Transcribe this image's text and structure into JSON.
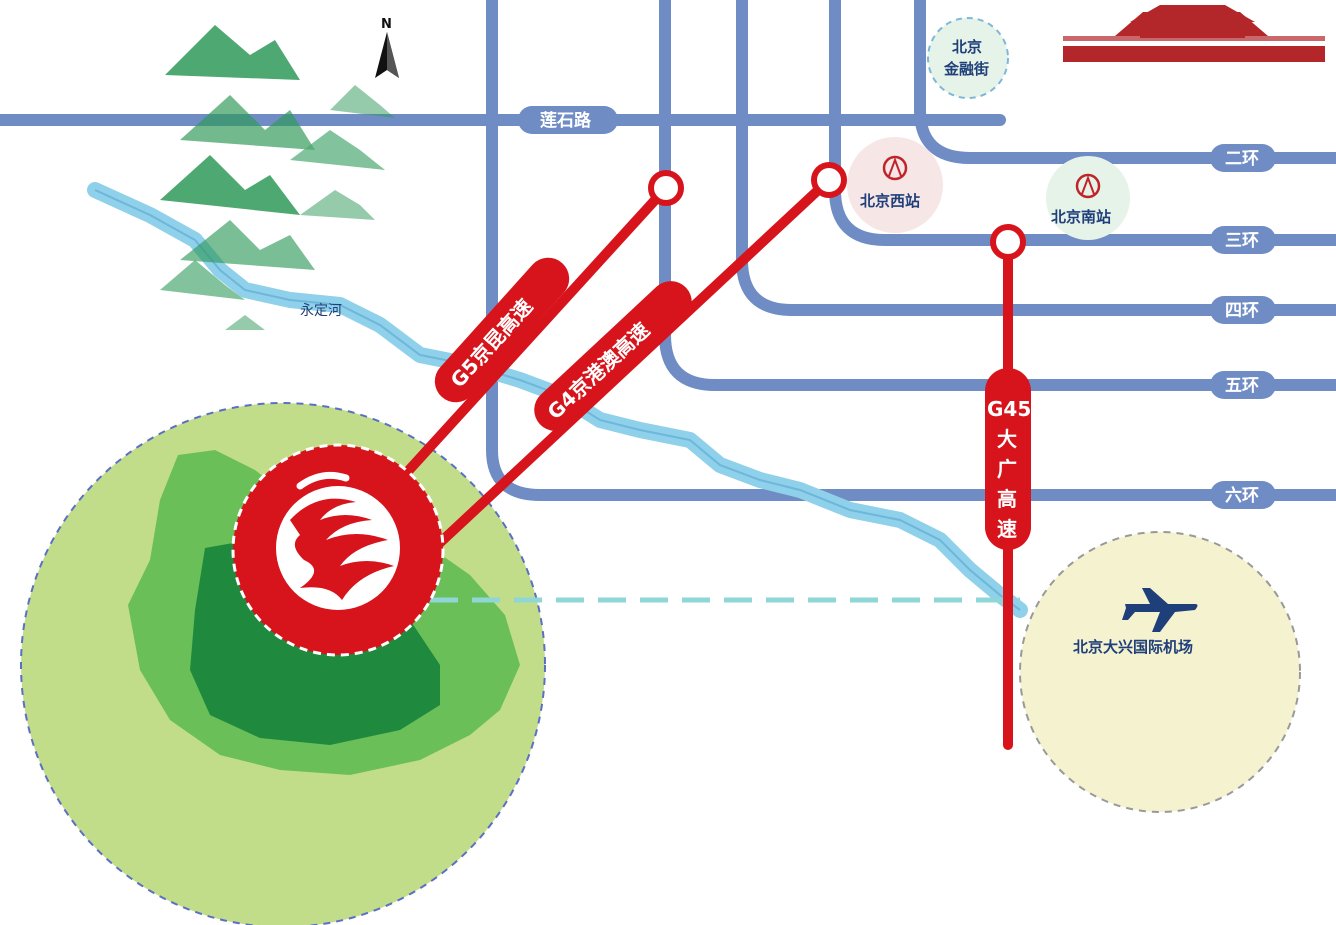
{
  "map": {
    "north_label": "N",
    "river_label": "永定河",
    "roads": {
      "lianshi": "莲石路",
      "ring2": "二环",
      "ring3": "三环",
      "ring4": "四环",
      "ring5": "五环",
      "ring6": "六环"
    },
    "highways": {
      "g5": "G5京昆高速",
      "g4": "G4京港澳高速",
      "g45_code": "G45",
      "g45_c1": "大",
      "g45_c2": "广",
      "g45_c3": "高",
      "g45_c4": "速"
    },
    "pois": {
      "finance_l1": "北京",
      "finance_l2": "金融街",
      "west_station": "北京西站",
      "south_station": "北京南站",
      "airport": "北京大兴国际机场"
    },
    "colors": {
      "road": "#6f8cc4",
      "highway": "#d7141c",
      "river": "#8fd0ea",
      "mountain": "#2f9a5a",
      "zone": "#c2dd8a",
      "airport_zone": "#f5f2d0"
    },
    "icons": [
      "north-arrow-icon",
      "mountain-icon",
      "station-icon",
      "airplane-icon",
      "tiananmen-icon",
      "logo-icon"
    ]
  }
}
